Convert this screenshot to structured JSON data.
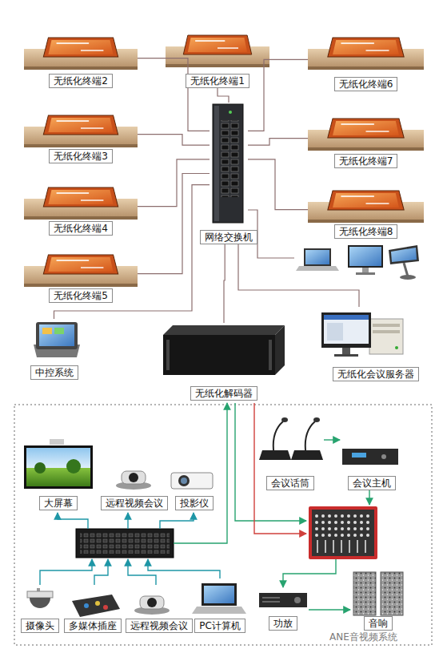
{
  "diagram": {
    "nodes": [
      {
        "text": [
          "无纸化终端2"
        ]
      },
      {
        "text": [
          "无纸化终端1"
        ]
      },
      {
        "text": [
          "无纸化终端6"
        ]
      },
      {
        "text": [
          "无纸化终端3"
        ]
      },
      {
        "text": [
          "无纸化终端7"
        ]
      },
      {
        "text": [
          "无纸化终端4"
        ]
      },
      {
        "text": [
          "无纸化终端8"
        ]
      },
      {
        "text": [
          "无纸化终端5"
        ]
      },
      {
        "text": [
          "网络交换机"
        ]
      },
      {
        "text": [
          "中控系统"
        ]
      },
      {
        "text": [
          "无纸化会议服务器"
        ]
      },
      {
        "text": [
          "无纸化解码器"
        ]
      },
      {
        "text": [
          "大屏幕"
        ]
      },
      {
        "text": [
          "远程视频会议"
        ]
      },
      {
        "text": [
          "投影仪"
        ]
      },
      {
        "text": [
          "会议话筒"
        ]
      },
      {
        "text": [
          "会议主机"
        ]
      },
      {
        "text": [
          "摄像头"
        ]
      },
      {
        "text": [
          "多媒体插座"
        ]
      },
      {
        "text": [
          "远程视频会议"
        ]
      },
      {
        "text": [
          "PC计算机"
        ]
      },
      {
        "text": [
          "功放"
        ]
      },
      {
        "text": [
          "音响"
        ]
      }
    ],
    "edges": [
      {
        "from": 0,
        "to": 8,
        "arrow": "none"
      },
      {
        "from": 1,
        "to": 8,
        "arrow": "none"
      },
      {
        "from": 2,
        "to": 8,
        "arrow": "none"
      },
      {
        "from": 3,
        "to": 8,
        "arrow": "none"
      },
      {
        "from": 4,
        "to": 8,
        "arrow": "none"
      },
      {
        "from": 5,
        "to": 8,
        "arrow": "none"
      },
      {
        "from": 6,
        "to": 8,
        "arrow": "none"
      },
      {
        "from": 7,
        "to": 8,
        "arrow": "none"
      },
      {
        "from": 9,
        "to": 8,
        "arrow": "none"
      },
      {
        "from": 8,
        "to": 10,
        "arrow": "none"
      },
      {
        "from": 8,
        "to": 11,
        "arrow": "none"
      },
      {
        "from": 15,
        "to": 16,
        "arrow": "to"
      },
      {
        "from": 21,
        "to": 22,
        "arrow": "to"
      }
    ],
    "labels": [
      "ANE音视频系统"
    ]
  }
}
